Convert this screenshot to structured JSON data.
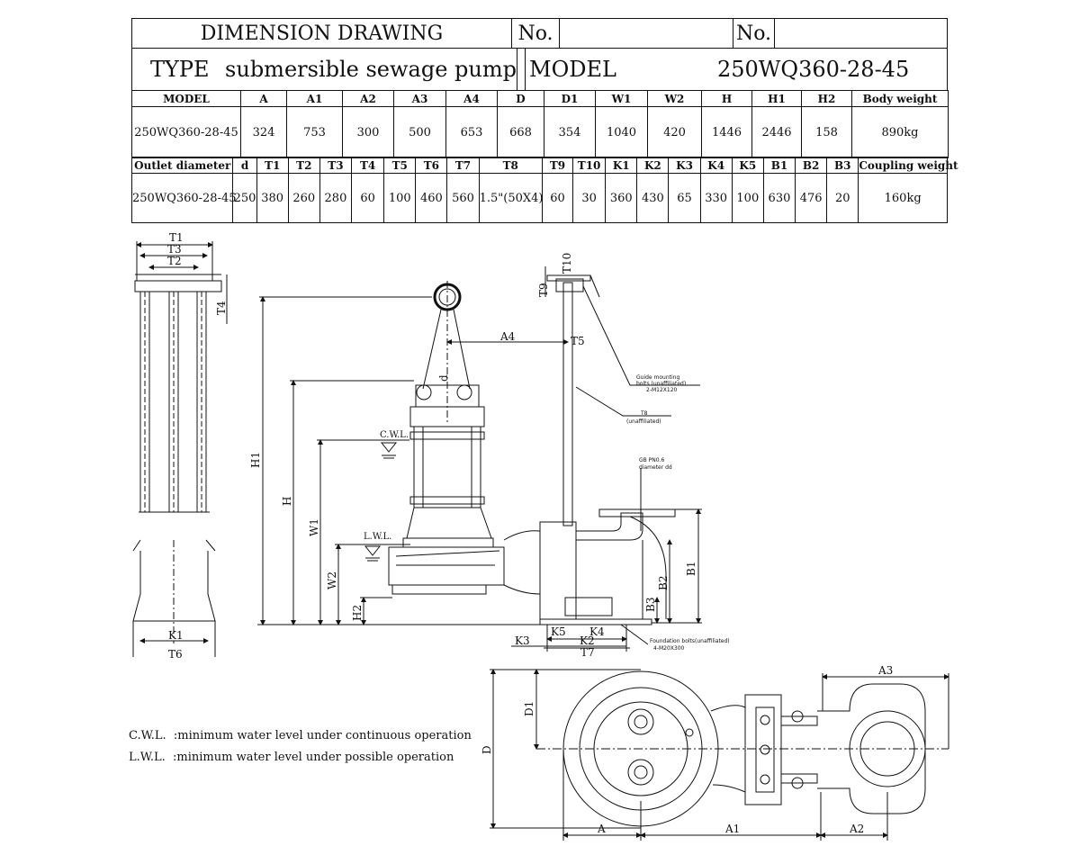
{
  "header": {
    "drawing_title": "DIMENSION DRAWING",
    "no_label_1": "No.",
    "no_value_1": "",
    "no_label_2": "No.",
    "no_value_2": "",
    "type_label": "TYPE",
    "type_value": "submersible sewage pump",
    "model_label": "MODEL",
    "model_value": "250WQ360-28-45"
  },
  "table1": {
    "headers": [
      "MODEL",
      "A",
      "A1",
      "A2",
      "A3",
      "A4",
      "D",
      "D1",
      "W1",
      "W2",
      "H",
      "H1",
      "H2",
      "Body weight"
    ],
    "values": [
      "250WQ360-28-45",
      "324",
      "753",
      "300",
      "500",
      "653",
      "668",
      "354",
      "1040",
      "420",
      "1446",
      "2446",
      "158",
      "890kg"
    ]
  },
  "table2": {
    "headers": [
      "Outlet diameter",
      "d",
      "T1",
      "T2",
      "T3",
      "T4",
      "T5",
      "T6",
      "T7",
      "T8",
      "T9",
      "T10",
      "K1",
      "K2",
      "K3",
      "K4",
      "K5",
      "B1",
      "B2",
      "B3",
      "Coupling weight"
    ],
    "values": [
      "250WQ360-28-45",
      "250",
      "380",
      "260",
      "280",
      "60",
      "100",
      "460",
      "560",
      "1.5\"(50X4)",
      "60",
      "30",
      "360",
      "430",
      "65",
      "330",
      "100",
      "630",
      "476",
      "20",
      "160kg"
    ]
  },
  "drawing": {
    "labels": {
      "T1": "T1",
      "T2": "T2",
      "T3": "T3",
      "T4": "T4",
      "K1": "K1",
      "T6": "T6",
      "H1": "H1",
      "H": "H",
      "W1": "W1",
      "W2": "W2",
      "H2": "H2",
      "A4": "A4",
      "T5": "T5",
      "T9": "T9",
      "T10": "T10",
      "d": "d",
      "B1": "B1",
      "B2": "B2",
      "B3": "B3",
      "K2": "K2",
      "K3": "K3",
      "K4": "K4",
      "K5": "K5",
      "T7": "T7",
      "D": "D",
      "D1": "D1",
      "A": "A",
      "A1": "A1",
      "A2": "A2",
      "A3": "A3"
    },
    "cwl": "C.W.L.",
    "lwl": "L.W.L.",
    "callout_guide_1": "Guide mounting",
    "callout_guide_2": "bolts (unaffiliated)",
    "callout_guide_3": "2-M12X120",
    "callout_t8_1": "T8",
    "callout_t8_2": "(unaffiliated)",
    "callout_flange_1": "GB PN0.6",
    "callout_flange_2": "diameter dd",
    "callout_found_1": "Foundation bolts(unaffiliated)",
    "callout_found_2": "4-M20X300"
  },
  "notes": {
    "cwl": "C.W.L.  :minimum water level under continuous operation",
    "lwl": "L.W.L.  :minimum water level under possible operation"
  }
}
